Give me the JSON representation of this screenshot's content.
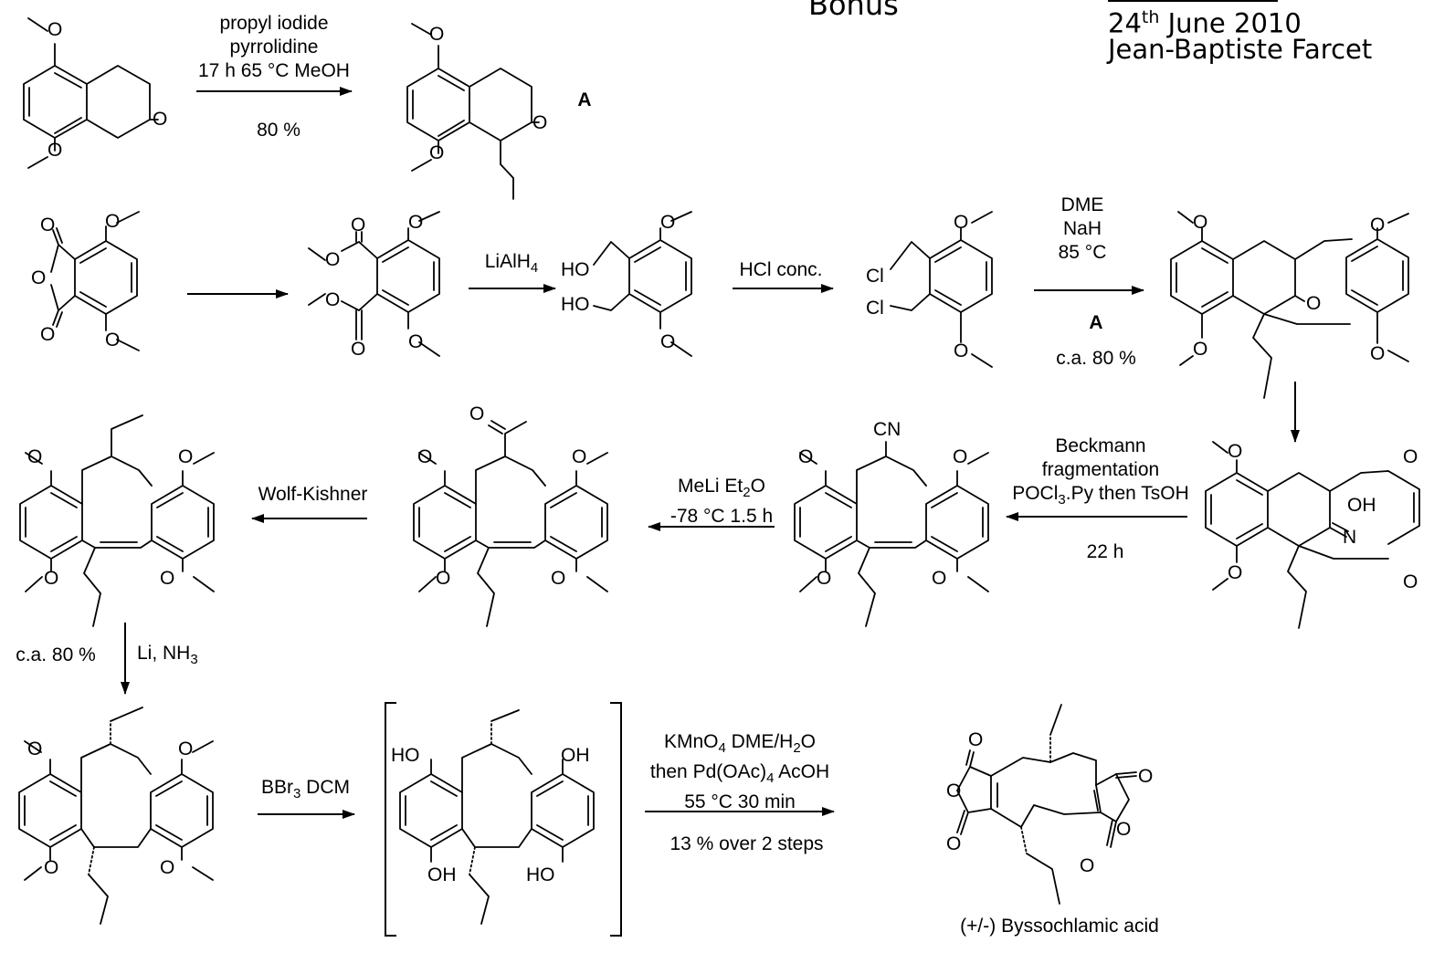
{
  "header": {
    "title": "Bonus",
    "date_day": "24",
    "date_suffix": "th",
    "date_rest": " June 2010",
    "author": "Jean-Baptiste Farcet"
  },
  "steps": {
    "alkylation": {
      "line1": "propyl iodide",
      "line2": "pyrrolidine",
      "line3": "17 h 65 °C MeOH",
      "yield": "80 %"
    },
    "intermediate_label": "A",
    "reduction": {
      "reagent": "LiAlH",
      "sub": "4"
    },
    "chlorination": {
      "reagent": "HCl conc."
    },
    "annulation": {
      "line1": "DME",
      "line2": "NaH",
      "line3": "85 °C",
      "partner": "A",
      "yield": "c.a. 80 %"
    },
    "beckmann": {
      "line1": "Beckmann",
      "line2": "fragmentation",
      "line3": "POCl",
      "line3_sub": "3",
      "line3_rest": ".Py then TsOH",
      "time": "22 h"
    },
    "methyllithium": {
      "line1_a": "MeLi Et",
      "line1_sub": "2",
      "line1_b": "O",
      "line2": "-78 °C 1.5 h"
    },
    "wolff_kishner": {
      "reagent": "Wolf-Kishner"
    },
    "birch": {
      "reagent_a": "Li, NH",
      "reagent_sub": "3",
      "yield": "c.a. 80 %"
    },
    "demethylation": {
      "reagent_a": "BBr",
      "reagent_sub": "3",
      "reagent_b": " DCM"
    },
    "oxidation": {
      "line1_a": "KMnO",
      "line1_sub": "4",
      "line1_b": " DME/H",
      "line1_sub2": "2",
      "line1_c": "O",
      "line2_a": "then Pd(OAc)",
      "line2_sub": "4",
      "line2_b": " AcOH",
      "line3": "55 °C 30 min",
      "yield": "13 % over 2 steps"
    },
    "product": {
      "name": "(+/-) Byssochlamic acid"
    }
  },
  "atoms": {
    "O": "O",
    "HO": "HO",
    "OH": "OH",
    "Cl": "Cl",
    "CN": "CN",
    "N": "N"
  }
}
